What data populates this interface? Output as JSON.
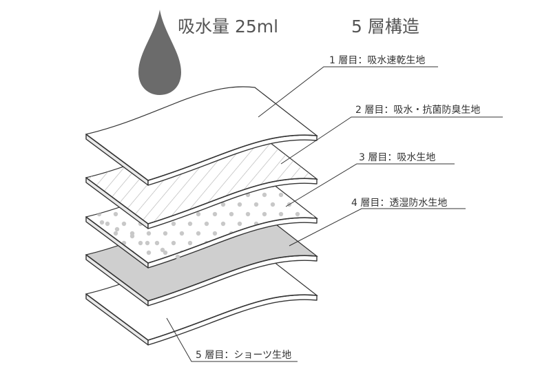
{
  "header": {
    "absorption": "吸水量 25ml",
    "structure": "5 層構造"
  },
  "layers": [
    {
      "label": "1 層目：吸水速乾生地",
      "fill": "#ffffff",
      "pattern": "none"
    },
    {
      "label": "2 層目：吸水・抗菌防臭生地",
      "fill": "#ffffff",
      "pattern": "stripes"
    },
    {
      "label": "3 層目：吸水生地",
      "fill": "#ffffff",
      "pattern": "dots"
    },
    {
      "label": "4 層目：透湿防水生地",
      "fill": "#cfcfcf",
      "pattern": "none"
    },
    {
      "label": "5 層目：ショーツ生地",
      "fill": "#ffffff",
      "pattern": "none"
    }
  ],
  "colors": {
    "drop": "#6b6b6b",
    "stroke": "#333333",
    "stripe": "#b8b8b8",
    "dot": "#c8c8c8",
    "gray_layer": "#cfcfcf"
  },
  "icons": {
    "drop": "water-drop-icon"
  }
}
